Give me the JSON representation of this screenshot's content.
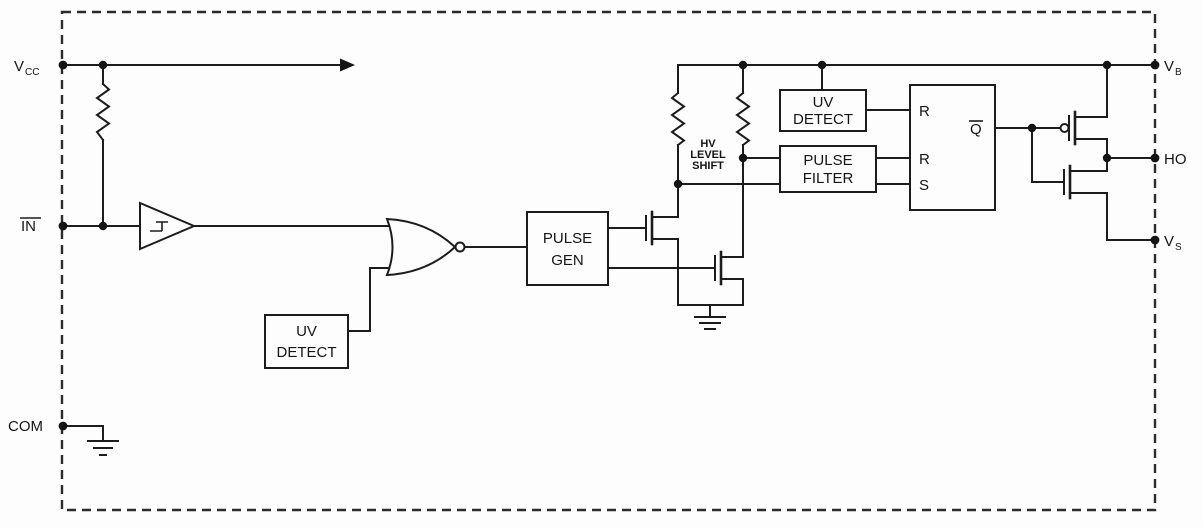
{
  "colors": {
    "line": "#1c1c1c",
    "background": "#fdfdfd",
    "border_dash": "#2b2b2b"
  },
  "pins": {
    "vcc": {
      "name": "V",
      "sub": "CC"
    },
    "in": {
      "name": "IN"
    },
    "com": {
      "name": "COM"
    },
    "vb": {
      "name": "V",
      "sub": "B"
    },
    "ho": {
      "name": "HO"
    },
    "vs": {
      "name": "V",
      "sub": "S"
    }
  },
  "blocks": {
    "uv_detect_input": {
      "line1": "UV",
      "line2": "DETECT"
    },
    "pulse_gen": {
      "line1": "PULSE",
      "line2": "GEN"
    },
    "uv_detect_high": {
      "line1": "UV",
      "line2": "DETECT"
    },
    "pulse_filter": {
      "line1": "PULSE",
      "line2": "FILTER"
    },
    "latch": {
      "in1": "R",
      "in2": "R",
      "in3": "S",
      "out": "Q"
    }
  },
  "labels": {
    "hv_level_shift": {
      "line1": "HV",
      "line2": "LEVEL",
      "line3": "SHIFT"
    }
  }
}
